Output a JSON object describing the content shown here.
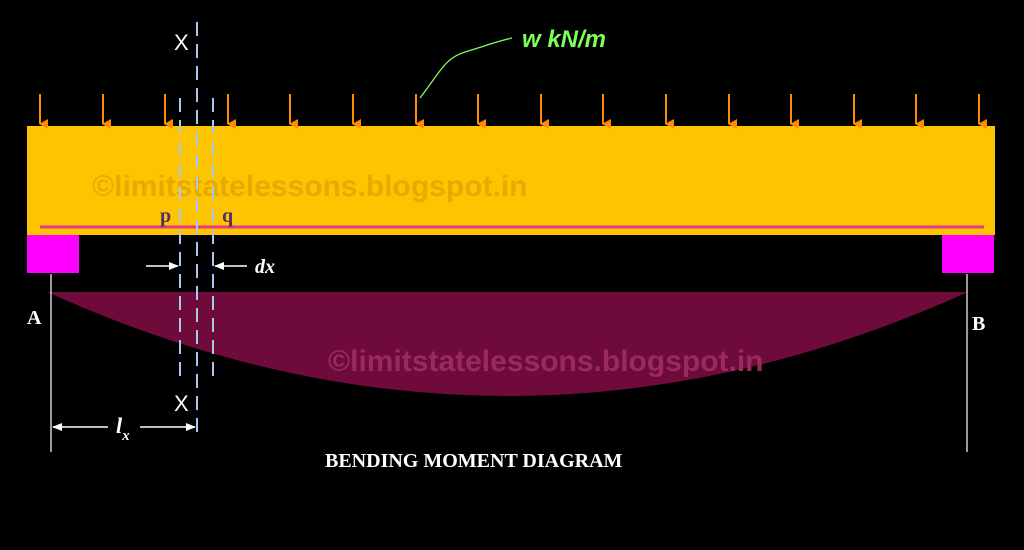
{
  "labels": {
    "load": "w kN/m",
    "section_top": "X",
    "section_bottom": "X",
    "p": "p",
    "q": "q",
    "dx": "dx",
    "support_a": "A",
    "support_b": "B",
    "lx_main": "l",
    "lx_sub": "x",
    "title": "BENDING MOMENT DIAGRAM"
  },
  "watermark": {
    "text_1": "©limitstatelessons.blogspot.in",
    "text_2": "©limitstatelessons.blogspot.in"
  },
  "colors": {
    "background": "#000000",
    "beam": "#FDC500",
    "load_arrows": "#FF8C00",
    "supports": "#FF00FF",
    "reinforcement": "#E8388A",
    "bmd_fill": "#6E0B3A",
    "section_lines": "#A8C8EE",
    "load_label": "#7CFF5A",
    "text": "#FFFFFF"
  }
}
